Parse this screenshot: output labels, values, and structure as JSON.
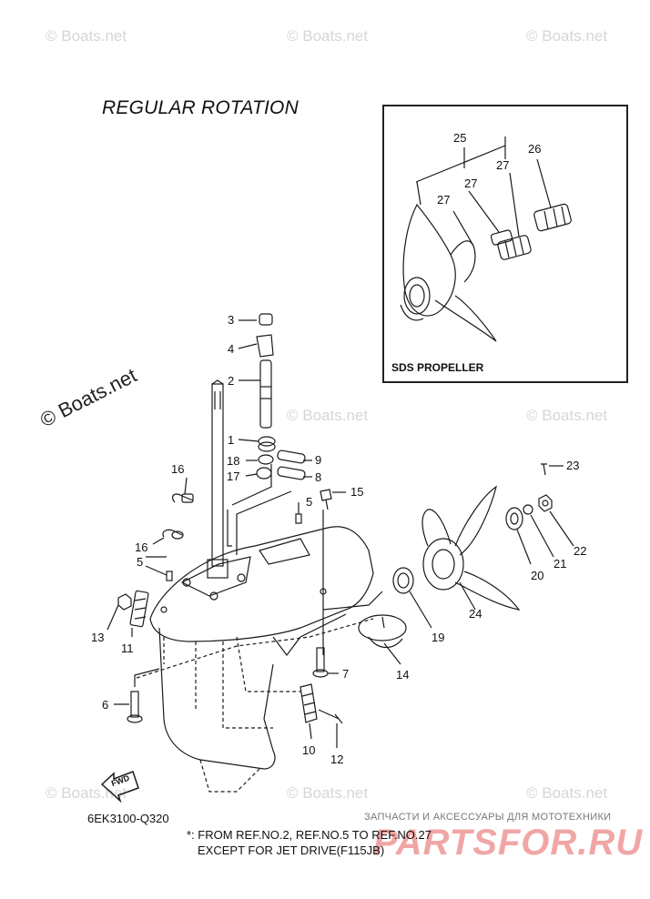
{
  "title": "REGULAR ROTATION",
  "inset_label": "SDS PROPELLER",
  "diagram_code": "6EK3100-Q320",
  "fwd_label": "FWD",
  "watermark_text": "© Boats.net",
  "footnote_line1": "*: FROM REF.NO.2, REF.NO.5 TO REF.NO.27",
  "footnote_line2": "EXCEPT FOR JET DRIVE(F115JB)",
  "shop_tagline": "ЗАПЧАСТИ И АКСЕССУАРЫ ДЛЯ МОТОТЕХНИКИ",
  "shop_logo": "PARTSFOR.RU",
  "callouts": {
    "c1": "1",
    "c2": "2",
    "c3": "3",
    "c4": "4",
    "c5a": "5",
    "c5b": "5",
    "c6": "6",
    "c7": "7",
    "c8": "8",
    "c9": "9",
    "c10": "10",
    "c11": "11",
    "c12": "12",
    "c13": "13",
    "c14": "14",
    "c15": "15",
    "c16a": "16",
    "c16b": "16",
    "c17": "17",
    "c18": "18",
    "c19": "19",
    "c20": "20",
    "c21": "21",
    "c22": "22",
    "c23": "23",
    "c24": "24",
    "c25": "25",
    "c26": "26",
    "c27a": "27",
    "c27b": "27",
    "c27c": "27"
  },
  "colors": {
    "line": "#1a1a1a",
    "watermark": "#d6d6d6",
    "shop": "#e23b3b"
  }
}
